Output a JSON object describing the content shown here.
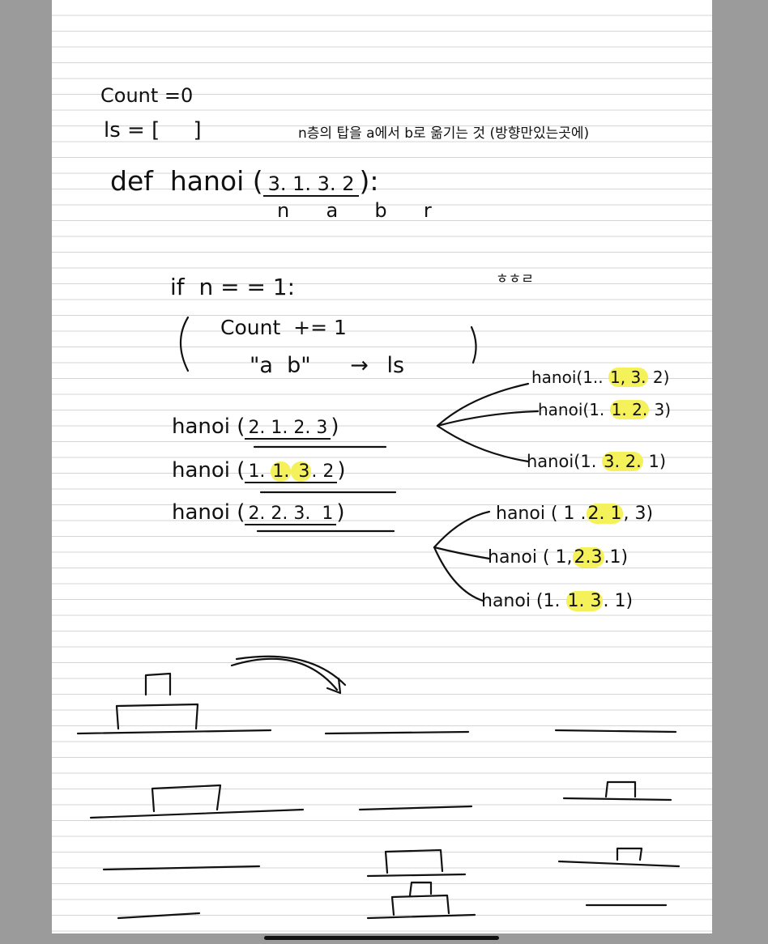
{
  "note": {
    "line1": "Count =0",
    "line2_code": "ls = [     ]",
    "line2_comment": "n층의 탑을 a에서 b로 옮기는 것 (방향만있는곳에)",
    "def_prefix": "def  hanoi (",
    "def_args": "3. 1. 3. 2",
    "def_suffix": "):",
    "def_params": "n  a  b  r",
    "side_mark": "ㅎㅎㄹ",
    "if_line": "if  n = = 1:",
    "body1": "Count  += 1",
    "body2_a": "\"a  b\"",
    "body2_arrow": "→",
    "body2_b": "ls",
    "call1_prefix": "hanoi (",
    "call1_args": "2. 1. 2. 3",
    "call1_suffix": ")",
    "call2_prefix": "hanoi (",
    "call2_n": "1. ",
    "call2_a": "1.",
    "call2_b": " 3",
    "call2_r": ". 2",
    "call2_suffix": ")",
    "call3_prefix": "hanoi (",
    "call3_args": "2. 2. 3.  1",
    "call3_suffix": ")",
    "sub1": {
      "prefix": "hanoi(1.. ",
      "hl": "1, 3.",
      "suffix": " 2)"
    },
    "sub2": {
      "prefix": "hanoi(1. ",
      "hl": "1. 2.",
      "suffix": " 3)"
    },
    "sub3": {
      "prefix": "hanoi(1. ",
      "hl": "3. 2.",
      "suffix": " 1)"
    },
    "sub4": {
      "prefix": "hanoi ( 1 .",
      "hl": "2. 1",
      "suffix": ", 3)"
    },
    "sub5": {
      "prefix": "hanoi ( 1,",
      "hl": "2.3",
      "suffix": ".1)"
    },
    "sub6": {
      "prefix": "hanoi (1. ",
      "hl": "1. 3",
      "suffix": ". 1)"
    }
  }
}
